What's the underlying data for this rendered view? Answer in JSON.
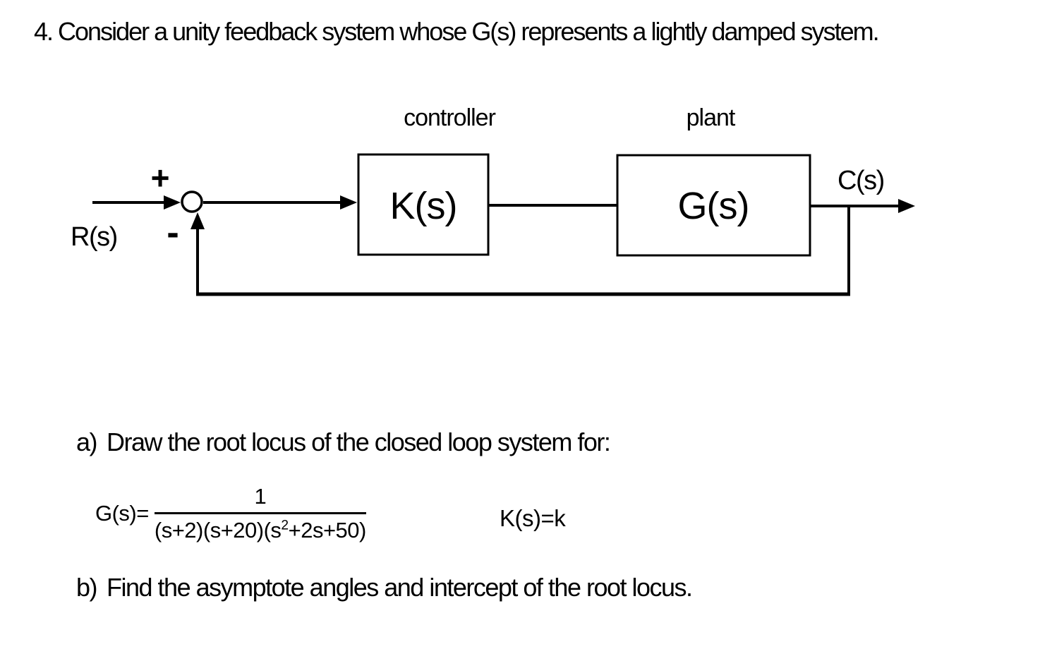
{
  "title": "4. Consider a unity feedback system whose G(s) represents a lightly damped system.",
  "diagram": {
    "controller_label": "controller",
    "plant_label": "plant",
    "controller_block": "K(s)",
    "plant_block": "G(s)",
    "input_label": "R(s)",
    "output_label": "C(s)",
    "sum_plus_sign": "+",
    "sum_minus_sign": "-"
  },
  "questions": {
    "a": {
      "marker": "a)",
      "text": "Draw the root locus of the closed loop system for:"
    },
    "b": {
      "marker": "b)",
      "text": "Find the asymptote angles and intercept of the root locus."
    }
  },
  "equations": {
    "g_lhs": "G(s)=",
    "g_numerator": "1",
    "g_denominator_pre": "(s+2)(s+20)(s",
    "g_denominator_sup": "2",
    "g_denominator_post": "+2s+50)",
    "k_equation": "K(s)=k"
  },
  "colors": {
    "ink": "#000000",
    "background": "#ffffff"
  }
}
